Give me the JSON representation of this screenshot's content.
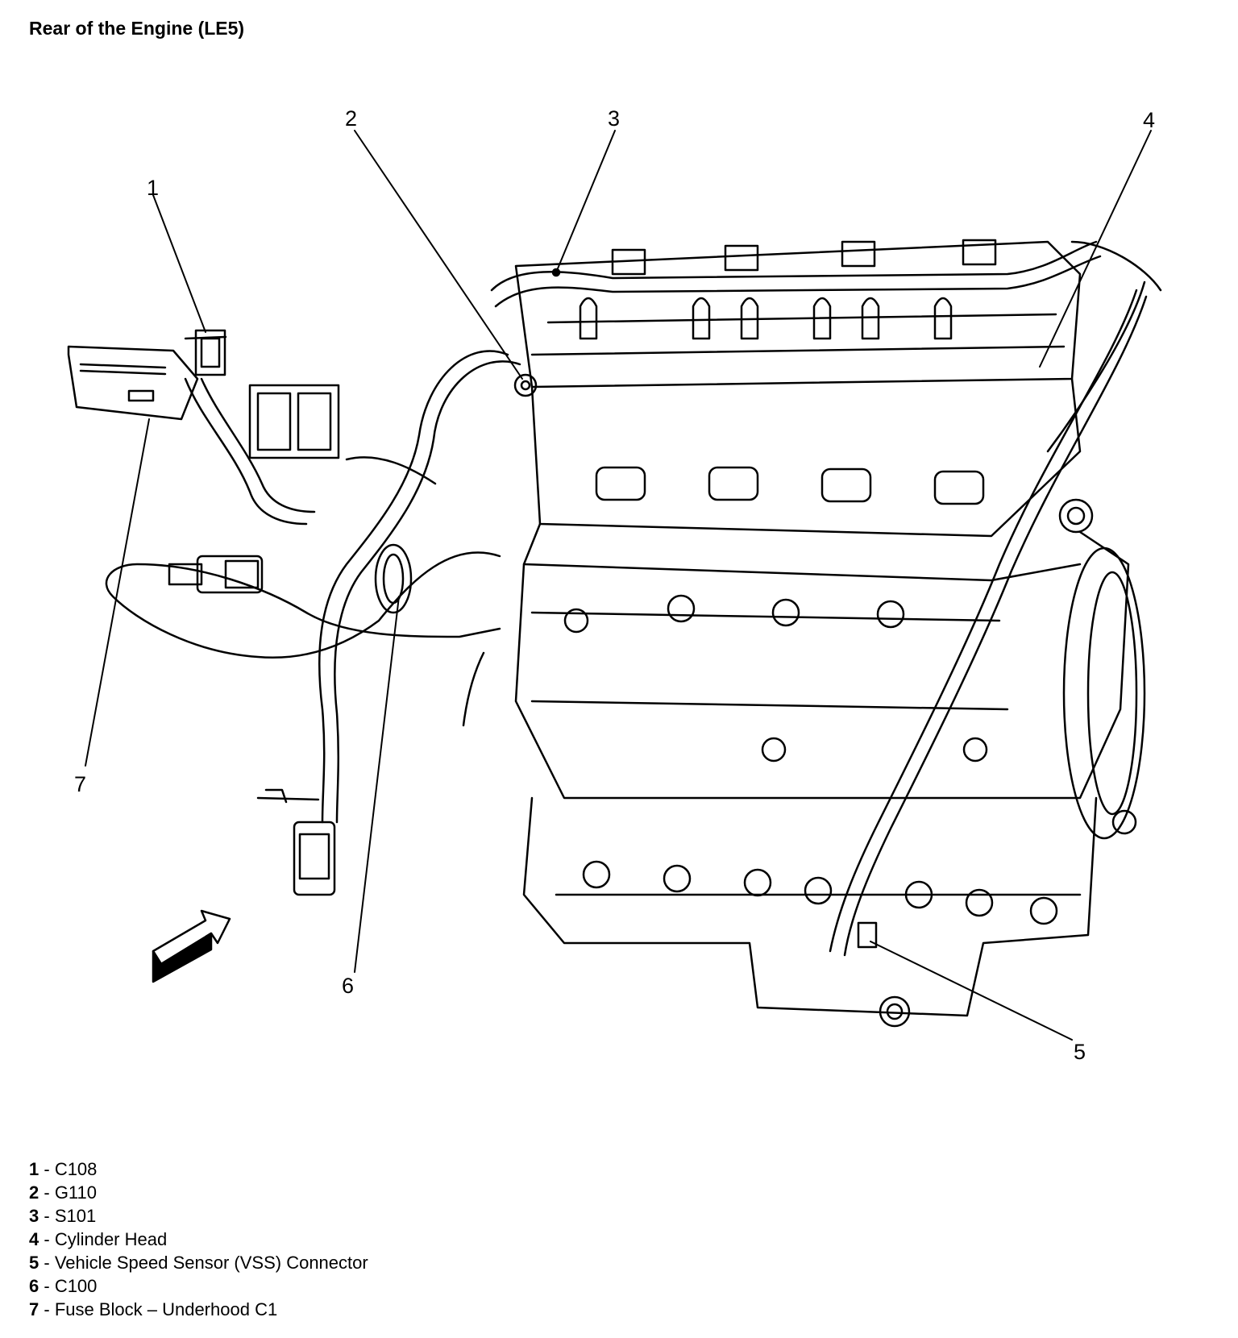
{
  "title": "Rear of the Engine (LE5)",
  "callouts": [
    "1",
    "2",
    "3",
    "4",
    "5",
    "6",
    "7"
  ],
  "legend": [
    {
      "num": "1",
      "label": "C108"
    },
    {
      "num": "2",
      "label": "G110"
    },
    {
      "num": "3",
      "label": "S101"
    },
    {
      "num": "4",
      "label": "Cylinder Head"
    },
    {
      "num": "5",
      "label": "Vehicle Speed Sensor (VSS) Connector"
    },
    {
      "num": "6",
      "label": "C100"
    },
    {
      "num": "7",
      "label": "Fuse Block – Underhood C1"
    }
  ],
  "separator": " - "
}
